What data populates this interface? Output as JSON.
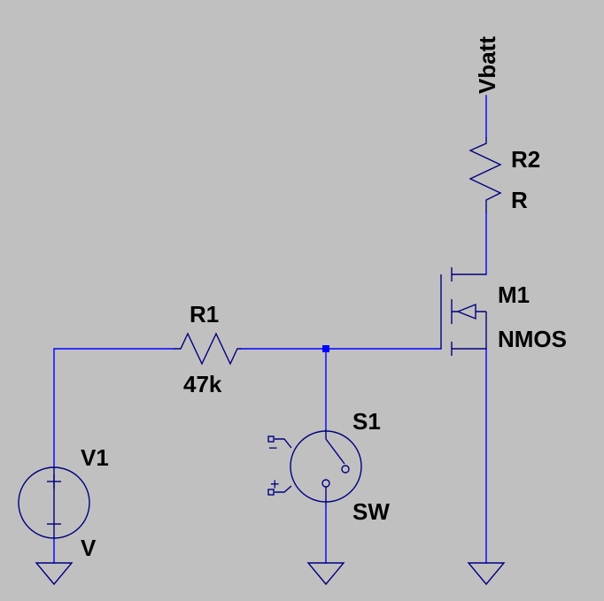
{
  "colors": {
    "background": "#c0c0c0",
    "wire": "#0000ff",
    "component": "#000080",
    "label": "#000000",
    "junction": "#0000ff"
  },
  "components": {
    "v1": {
      "name": "V1",
      "value": "V"
    },
    "r1": {
      "name": "R1",
      "value": "47k"
    },
    "r2": {
      "name": "R2",
      "value": "R"
    },
    "s1": {
      "name": "S1",
      "value": "SW"
    },
    "m1": {
      "name": "M1",
      "value": "NMOS"
    }
  },
  "net_labels": {
    "vbatt": "Vbatt"
  },
  "polarity": {
    "plus": "+",
    "minus": "−"
  }
}
